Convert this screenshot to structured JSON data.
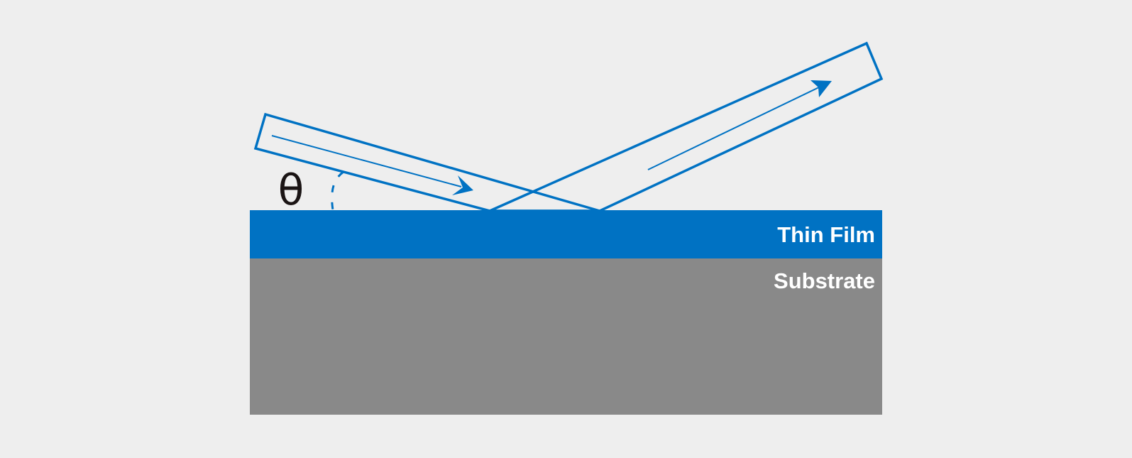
{
  "diagram": {
    "angle_symbol": "θ",
    "layers": {
      "thin_film": {
        "label": "Thin Film",
        "color": "#0072c3"
      },
      "substrate": {
        "label": "Substrate",
        "color": "#898989"
      }
    },
    "beam_color": "#0072c3",
    "label_color": "#ffffff",
    "background": "#eeeeee"
  }
}
